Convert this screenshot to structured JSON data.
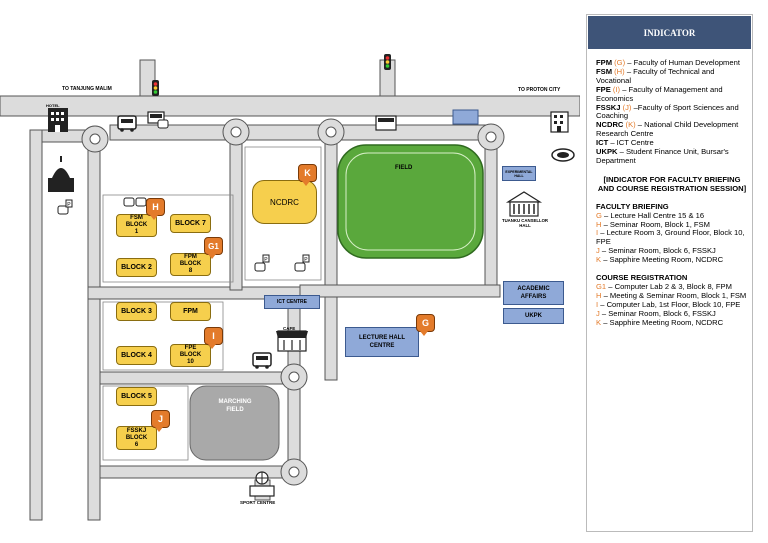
{
  "map": {
    "roads": {
      "to_tanjung_malim": "TO TANJUNG MALIM",
      "to_proton_city": "TO PROTON CITY"
    },
    "landmarks": {
      "hotel": "HOTEL",
      "field": "FIELD",
      "marching_field": "MARCHING FIELD",
      "sport_centre": "SPORT CENTRE",
      "tuanku_cansellor_hall": "TUANKU CANSELLOR HALL",
      "experimental_hall": "EXPERIMENTAL HALL",
      "cafe": "CAFE"
    },
    "buildings": {
      "fsm_block1": "FSM BLOCK 1",
      "block7": "BLOCK 7",
      "block2": "BLOCK 2",
      "fpm_block8": "FPM BLOCK 8",
      "ncdrc": "NCDRC",
      "block3": "BLOCK 3",
      "fpm": "FPM",
      "block4": "BLOCK 4",
      "fpe_block10": "FPE BLOCK 10",
      "block5": "BLOCK 5",
      "fsskj_block6": "FSSKJ BLOCK 6",
      "ict_centre": "ICT CENTRE",
      "lecture_hall_centre": "LECTURE HALL CENTRE",
      "academic_affairs": "ACADEMIC AFFAIRS",
      "ukpk": "UKPK"
    },
    "markers": {
      "h": "H",
      "g1": "G1",
      "k": "K",
      "i": "I",
      "g": "G",
      "j": "J"
    },
    "colors": {
      "building": "#f6cf4d",
      "marker": "#e37b2b",
      "field": "#5aa83c",
      "marching": "#a9a9a9",
      "blue_box": "#8fa9d8",
      "road": "#dcdcdc",
      "legend_header": "#3e5478"
    }
  },
  "legend": {
    "title": "INDICATOR",
    "entries": [
      {
        "abbr": "FPM",
        "code": "(G)",
        "text": " – Faculty of Human Development"
      },
      {
        "abbr": "FSM",
        "code": "(H)",
        "text": " – Faculty of Technical and Vocational"
      },
      {
        "abbr": "FPE",
        "code": "(I)",
        "text": " – Faculty of Management and Economics"
      },
      {
        "abbr": "FSSKJ",
        "code": "(J)",
        "text": " –Faculty of Sport Sciences and Coaching"
      },
      {
        "abbr": "NCDRC",
        "code": "(K)",
        "text": " – National Child Development Research Centre"
      },
      {
        "abbr": "ICT",
        "code": "",
        "text": " – ICT Centre"
      },
      {
        "abbr": "UKPK",
        "code": "",
        "text": " – Student Finance Unit, Bursar's Department"
      }
    ],
    "indicator_heading": "[INDICATOR FOR FACULTY BRIEFING AND COURSE REGISTRATION SESSION]",
    "faculty_briefing": {
      "title": "FACULTY BRIEFING",
      "items": [
        {
          "code": "G",
          "text": " – Lecture Hall Centre 15 & 16"
        },
        {
          "code": "H",
          "text": " – Seminar Room, Block 1, FSM"
        },
        {
          "code": "I",
          "text": " – Lecture Room 3, Ground Floor, Block 10, FPE"
        },
        {
          "code": "J",
          "text": " – Seminar Room, Block 6, FSSKJ"
        },
        {
          "code": "K",
          "text": " – Sapphire Meeting Room, NCDRC"
        }
      ]
    },
    "course_registration": {
      "title": "COURSE REGISTRATION",
      "items": [
        {
          "code": "G1",
          "text": " – Computer Lab 2 & 3, Block 8, FPM"
        },
        {
          "code": "H",
          "text": " – Meeting & Seminar Room, Block 1, FSM"
        },
        {
          "code": "I",
          "text": " – Computer Lab, 1st Floor, Block 10, FPE"
        },
        {
          "code": "J",
          "text": " – Seminar Room, Block 6, FSSKJ"
        },
        {
          "code": "K",
          "text": " – Sapphire Meeting Room, NCDRC"
        }
      ]
    }
  }
}
